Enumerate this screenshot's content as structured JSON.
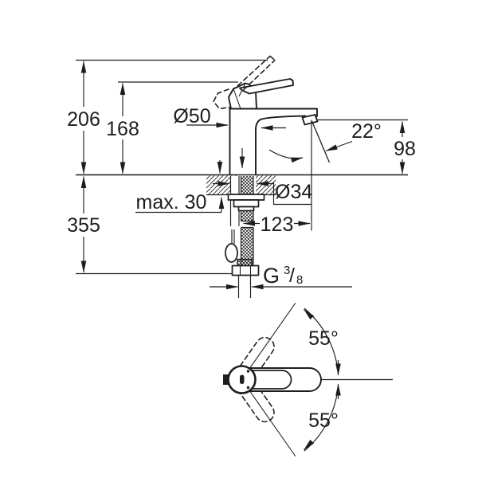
{
  "drawing": {
    "type": "technical-dimension-drawing",
    "side_view": {
      "total_height": "206",
      "lever_height": "168",
      "body_diameter": "Ø50",
      "stream_angle": "22°",
      "outlet_height": "98",
      "max_mounting_thickness": "max. 30",
      "hole_diameter": "Ø34",
      "spout_reach": "123",
      "installation_depth": "355",
      "thread": {
        "letter": "G",
        "numerator": "3",
        "slash": "/",
        "denominator": "8"
      }
    },
    "top_view": {
      "swivel_up": "55°",
      "swivel_down": "55°"
    },
    "colors": {
      "ink": "#1d1d1b",
      "background": "#ffffff"
    }
  }
}
